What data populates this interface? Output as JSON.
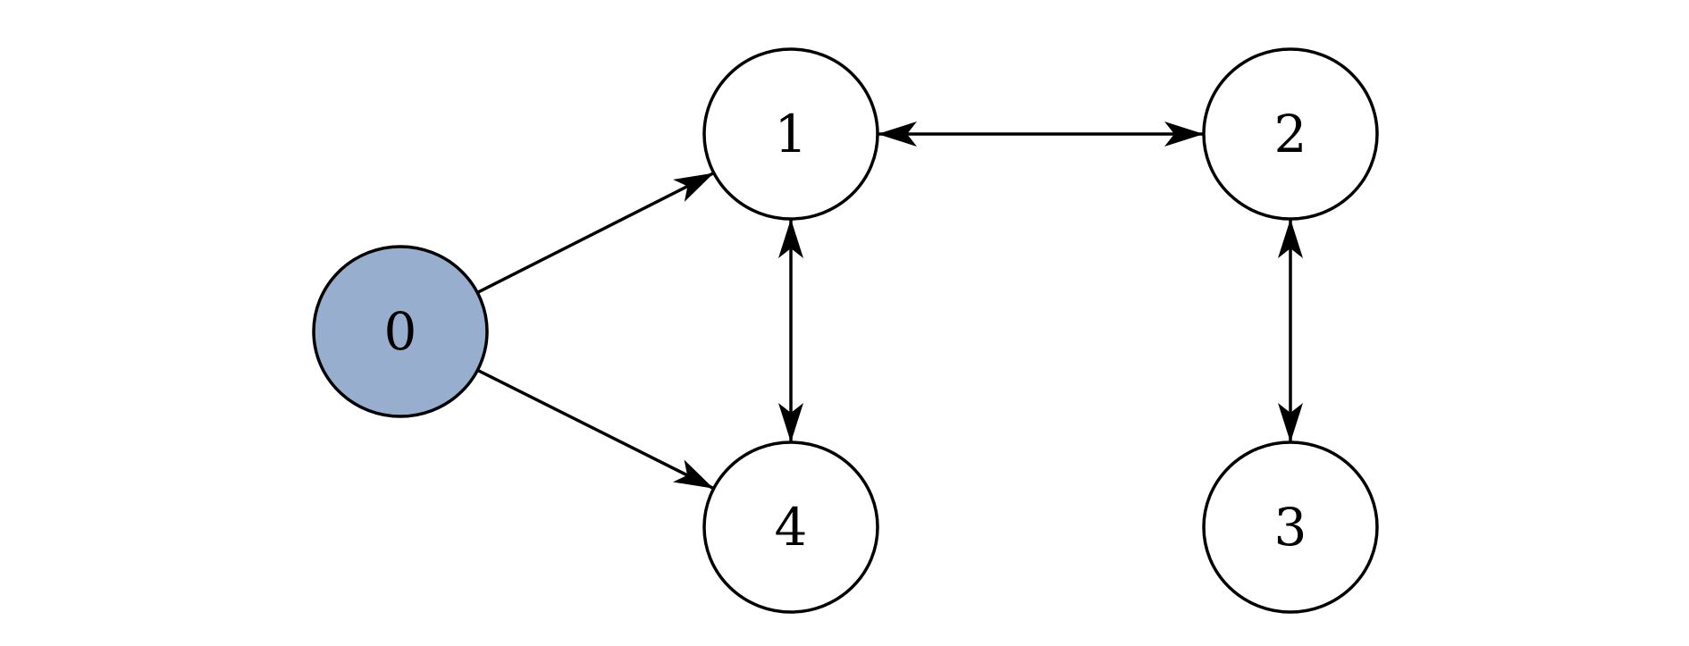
{
  "graph": {
    "nodes": [
      {
        "id": "0",
        "label": "0",
        "fill": "#97aecf",
        "highlighted": true
      },
      {
        "id": "1",
        "label": "1",
        "fill": "#ffffff",
        "highlighted": false
      },
      {
        "id": "2",
        "label": "2",
        "fill": "#ffffff",
        "highlighted": false
      },
      {
        "id": "3",
        "label": "3",
        "fill": "#ffffff",
        "highlighted": false
      },
      {
        "id": "4",
        "label": "4",
        "fill": "#ffffff",
        "highlighted": false
      }
    ],
    "edges": [
      {
        "from": "0",
        "to": "1",
        "direction": "forward"
      },
      {
        "from": "0",
        "to": "4",
        "direction": "forward"
      },
      {
        "from": "1",
        "to": "2",
        "direction": "both"
      },
      {
        "from": "1",
        "to": "4",
        "direction": "both"
      },
      {
        "from": "2",
        "to": "3",
        "direction": "both"
      }
    ],
    "colors": {
      "stroke": "#000000",
      "highlight": "#97aecf",
      "background": "#ffffff"
    }
  }
}
